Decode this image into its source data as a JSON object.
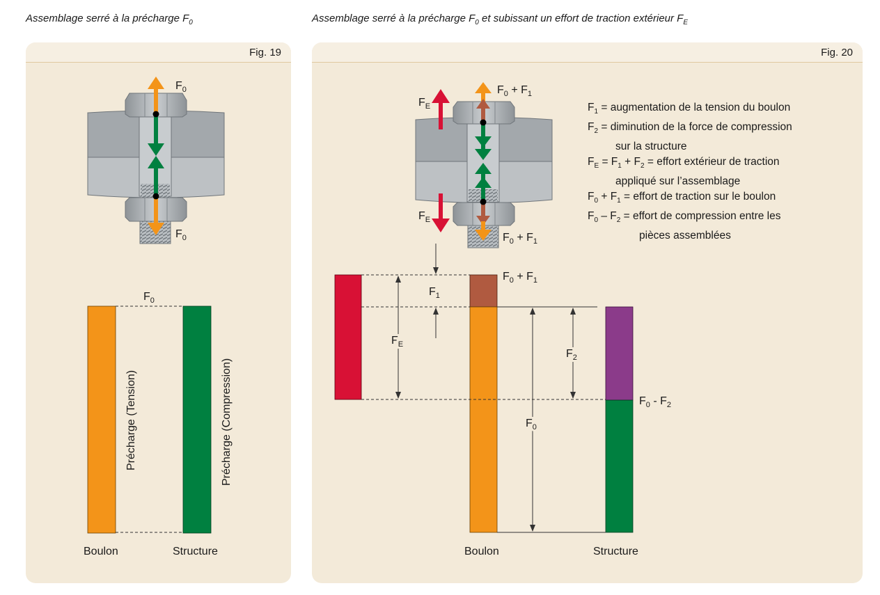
{
  "captions": {
    "left": {
      "main": "Assemblage serré à la précharge F",
      "sub": "0"
    },
    "right": {
      "main": "Assemblage serré à la précharge F",
      "sub0": "0",
      "mid": " et subissant un effort de traction extérieur F",
      "subE": "E"
    }
  },
  "fig19": {
    "title": "Fig. 19",
    "labels": {
      "F": "F",
      "sub0": "0"
    },
    "bolt_label": "Boulon",
    "structure_label": "Structure",
    "bolt_bar_text": "Précharge (Tension)",
    "structure_bar_text": "Précharge (Compression)"
  },
  "fig20": {
    "title": "Fig. 20",
    "labels": {
      "F": "F",
      "sub0": "0",
      "sub1": "1",
      "sub2": "2",
      "subE": "E",
      "plus": " + ",
      "minus": " - "
    },
    "bolt_label": "Boulon",
    "structure_label": "Structure",
    "legend": [
      {
        "sym": "F",
        "sub": "1",
        "text": " = augmentation de la tension du boulon"
      },
      {
        "sym": "F",
        "sub": "2",
        "text": " = diminution de la force de compression"
      },
      {
        "cont": "sur la structure"
      },
      {
        "sym": "F",
        "sub": "E",
        "text": " = F",
        "sub2": "1",
        "text2": " + F",
        "sub3": "2",
        "text3": " = effort extérieur de traction"
      },
      {
        "cont": "appliqué sur l’assemblage"
      },
      {
        "sym": "F",
        "sub": "0",
        "text": " + F",
        "sub2": "1",
        "text2": " = effort de traction sur le boulon"
      },
      {
        "sym": "F",
        "sub": "0",
        "text": " – F",
        "sub2": "2",
        "text2": " = effort de compression entre les"
      },
      {
        "cont": "pièces assemblées"
      }
    ]
  },
  "colors": {
    "panel": "#f3ead9",
    "orange": "#f39419",
    "green": "#008040",
    "red": "#d81135",
    "brown": "#b05a40",
    "purple": "#8b3b8a",
    "steel": "#a7acb0",
    "steel_dark": "#7f858a"
  }
}
